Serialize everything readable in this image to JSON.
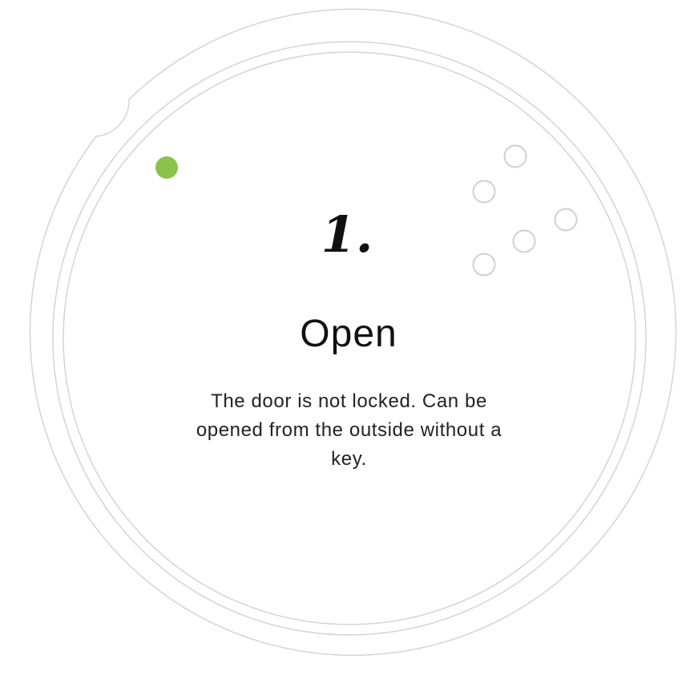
{
  "lock_state": {
    "number": "1.",
    "title": "Open",
    "description": "The door is not locked. Can be opened from the outside without a key."
  },
  "indicator": {
    "status_color": "#8BC34A",
    "ring_color": "#D0D0D0",
    "keyhole_icon": "pin-hole-icon"
  }
}
